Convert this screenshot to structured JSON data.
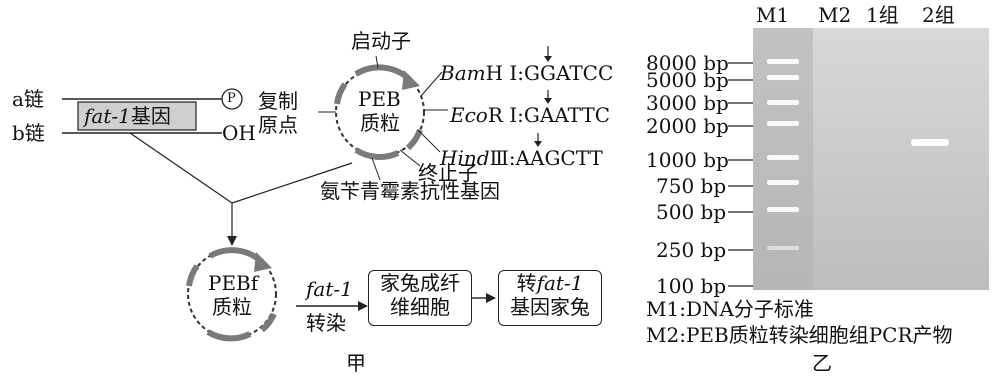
{
  "panel_a": {
    "strand_a": "a链",
    "strand_b": "b链",
    "gene_label_italic": "fat-1",
    "gene_label_rest": "基因",
    "p_symbol": "P",
    "oh_label": "OH",
    "plasmid_name_line1": "PEB",
    "plasmid_name_line2": "质粒",
    "promoter": "启动子",
    "ori_line1": "复制",
    "ori_line2": "原点",
    "terminator": "终止子",
    "amp_gene": "氨苄青霉素抗性基因",
    "bamh1_enzyme": "Bam",
    "bamh1_suffix": "H Ⅰ:GGATCC",
    "ecor1_enzyme": "Eco",
    "ecor1_suffix": "R Ⅰ:GAATTC",
    "hind3_enzyme": "Hind",
    "hind3_suffix": "Ⅲ:AAGCTT",
    "recomb_line1": "PEBf",
    "recomb_line2": "质粒",
    "fat1_arrow_label": "fat-1",
    "transfect_label": "转染",
    "cell_box_line1": "家兔成纤",
    "cell_box_line2": "维细胞",
    "rabbit_box_prefix": "转",
    "rabbit_box_italic": "fat-1",
    "rabbit_box_line2": "基因家兔",
    "caption": "甲"
  },
  "panel_b": {
    "lanes": [
      "M1",
      "M2",
      "1组",
      "2组"
    ],
    "markers": [
      "8000 bp",
      "5000 bp",
      "3000 bp",
      "2000 bp",
      "1000 bp",
      "750 bp",
      "500 bp",
      "250 bp",
      "100 bp"
    ],
    "legend_m1": "M1:DNA分子标准",
    "legend_m2": "M2:PEB质粒转染细胞组PCR产物",
    "caption": "乙"
  },
  "colors": {
    "gene_box_fill": "#cfcfcf",
    "gel_bg": "#cfcfcf",
    "arrow_grey": "#8a8a8a"
  }
}
